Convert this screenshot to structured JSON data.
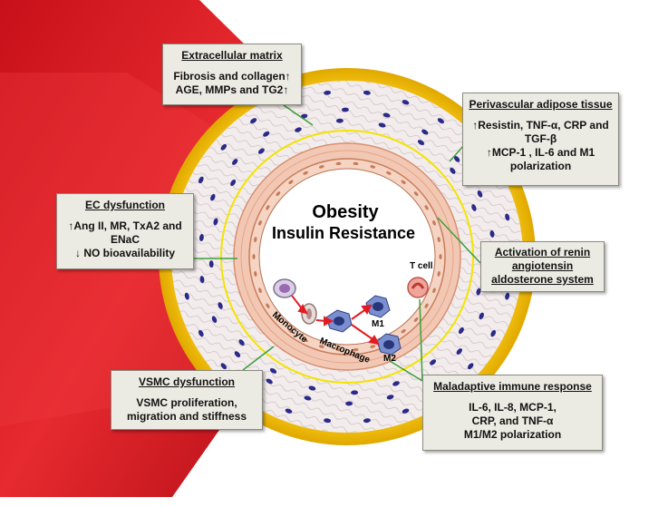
{
  "center": {
    "line1": "Obesity",
    "line2": "Insulin Resistance"
  },
  "cell_labels": {
    "monocyte": "Monocyte",
    "macrophage": "Macrophage",
    "m1": "M1",
    "m2": "M2",
    "tcell": "T cell"
  },
  "boxes": {
    "extracellular_matrix": {
      "title": "Extracellular matrix",
      "lines": [
        "Fibrosis and collagen↑",
        "AGE, MMPs and TG2↑"
      ]
    },
    "perivascular_adipose": {
      "title": "Perivascular adipose tissue",
      "lines": [
        "↑Resistin, TNF-α, CRP and",
        "TGF-β",
        "↑MCP-1 , IL-6 and M1",
        "polarization"
      ]
    },
    "ec_dysfunction": {
      "title": "EC dysfunction",
      "lines": [
        "↑Ang II, MR, TxA2 and",
        "ENaC",
        "↓ NO bioavailability"
      ]
    },
    "raas": {
      "title_lines": [
        "Activation of renin",
        "angiotensin",
        "aldosterone system"
      ]
    },
    "vsmc_dysfunction": {
      "title": "VSMC dysfunction",
      "lines": [
        "VSMC proliferation,",
        "migration and stiffness"
      ]
    },
    "immune_response": {
      "title": "Maladaptive immune response",
      "lines": [
        "IL-6, IL-8, MCP-1,",
        "CRP,  and TNF-α",
        "M1/M2 polarization"
      ]
    }
  },
  "colors": {
    "vessel_red": "#e31b23",
    "adventitia_yellow": "#f7c600",
    "media_pink": "#f2e6e6",
    "intima_salmon": "#f0bca0",
    "nucleus_blue": "#2a2a8a",
    "box_fill": "#ecebe3",
    "connector_green": "#3aa03a",
    "arrow_red": "#e31b23"
  }
}
